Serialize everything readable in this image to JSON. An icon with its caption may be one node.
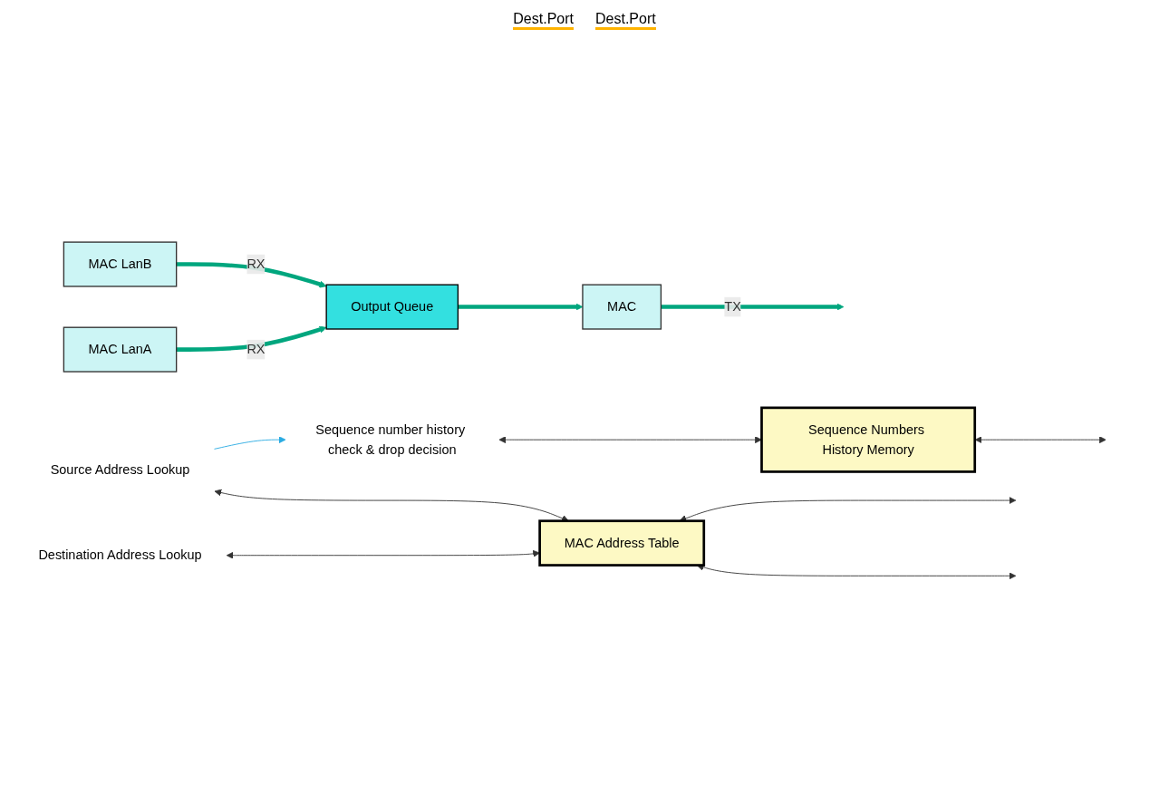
{
  "diagram": {
    "nodes": [
      {
        "text": [
          "Destination Address Lookup"
        ]
      },
      {
        "text": [
          "Source Address Lookup"
        ]
      },
      {
        "text": [
          "Sequence number history check & drop decision"
        ]
      },
      {
        "text": [
          "MAC LanA"
        ]
      },
      {
        "text": [
          "MAC LanB"
        ]
      },
      {
        "text": [
          "MAC Address Table"
        ]
      },
      {
        "text": [
          "Sequence Numbers History Memory"
        ]
      },
      {
        "text": [
          "Output Queue"
        ]
      },
      {
        "text": [
          "MAC"
        ]
      }
    ],
    "edges": [
      {
        "from": 3,
        "to": 7,
        "arrow": "to",
        "label": "RX",
        "style": "thick",
        "color": "#00a67e"
      },
      {
        "from": 4,
        "to": 7,
        "arrow": "to",
        "label": "RX",
        "style": "thick",
        "color": "#00a67e"
      },
      {
        "from": 7,
        "to": 8,
        "arrow": "to",
        "style": "thick",
        "color": "#00a67e"
      },
      {
        "from": 8,
        "to": null,
        "arrow": "to",
        "label": "TX",
        "style": "thick",
        "color": "#00a67e"
      },
      {
        "from": 0,
        "to": 5,
        "arrow": "both"
      },
      {
        "from": 1,
        "to": 5,
        "arrow": "both"
      },
      {
        "from": 2,
        "to": 6,
        "arrow": "both"
      },
      {
        "from": 5,
        "to": null,
        "arrow": "both"
      },
      {
        "from": 5,
        "to": null,
        "arrow": "both"
      },
      {
        "from": 6,
        "to": null,
        "arrow": "both"
      },
      {
        "from": 1,
        "to": 2,
        "arrow": "to",
        "color": "#29abe2"
      }
    ],
    "labels": [
      "Dest.Port",
      "Dest.Port"
    ]
  }
}
